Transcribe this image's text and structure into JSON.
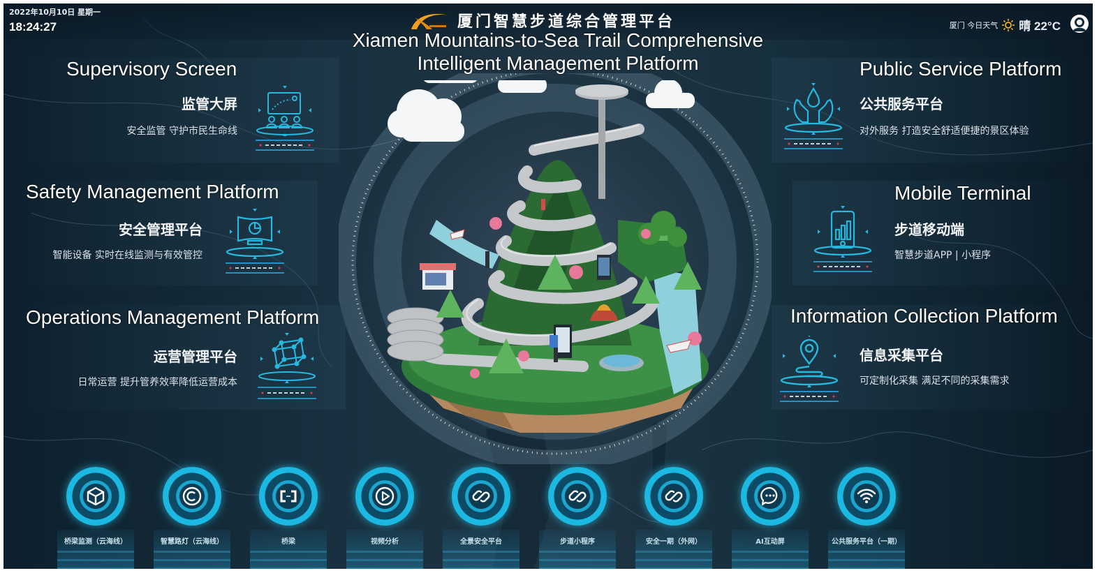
{
  "header": {
    "date": "2022年10月10日 星期一",
    "time": "18:24:27",
    "title_cn": "厦门智慧步道综合管理平台",
    "title_en_line1": "Xiamen Mountains-to-Sea Trail Comprehensive",
    "title_en_line2": "Intelligent Management Platform",
    "logo_icon": "orange-swoosh-logo",
    "weather": {
      "city_label": "厦门 今日天气",
      "icon": "sun-icon",
      "condition": "晴 22°C"
    },
    "user_icon": "user-avatar-icon"
  },
  "panels": {
    "left": [
      {
        "en": "Supervisory Screen",
        "cn": "监管大屏",
        "desc": "安全监管 守护市民生命线",
        "icon": "strategy-board-icon"
      },
      {
        "en": "Safety Management Platform",
        "cn": "安全管理平台",
        "desc": "智能设备 实时在线监测与有效管控",
        "icon": "monitor-chart-icon"
      },
      {
        "en": "Operations Management Platform",
        "cn": "运营管理平台",
        "desc": "日常运营 提升管养效率降低运营成本",
        "icon": "network-cube-icon"
      }
    ],
    "right": [
      {
        "en": "Public Service Platform",
        "cn": "公共服务平台",
        "desc": "对外服务 打造安全舒适便捷的景区体验",
        "icon": "hands-drop-icon"
      },
      {
        "en": "Mobile Terminal",
        "cn": "步道移动端",
        "desc": "智慧步道APP | 小程序",
        "icon": "mobile-phone-icon"
      },
      {
        "en": "Information Collection Platform",
        "cn": "信息采集平台",
        "desc": "可定制化采集 满足不同的采集需求",
        "icon": "location-pin-icon"
      }
    ]
  },
  "center": {
    "illustration": "floating-island-mountain-trail"
  },
  "quick_links": [
    {
      "label": "桥梁监测（云海线）",
      "icon": "cube-icon"
    },
    {
      "label": "智慧路灯（云海线）",
      "icon": "copyright-icon"
    },
    {
      "label": "桥梁",
      "icon": "bracket-link-icon"
    },
    {
      "label": "视频分析",
      "icon": "play-icon"
    },
    {
      "label": "全景安全平台",
      "icon": "link-icon"
    },
    {
      "label": "步道小程序",
      "icon": "link-icon"
    },
    {
      "label": "安全一期（外网）",
      "icon": "link-icon"
    },
    {
      "label": "AI互动屏",
      "icon": "chat-bubble-icon"
    },
    {
      "label": "公共服务平台（一期）",
      "icon": "wifi-icon"
    }
  ],
  "colors": {
    "accent": "#1bb8e2",
    "background": "#17303e",
    "logo_orange": "#f0a020"
  }
}
